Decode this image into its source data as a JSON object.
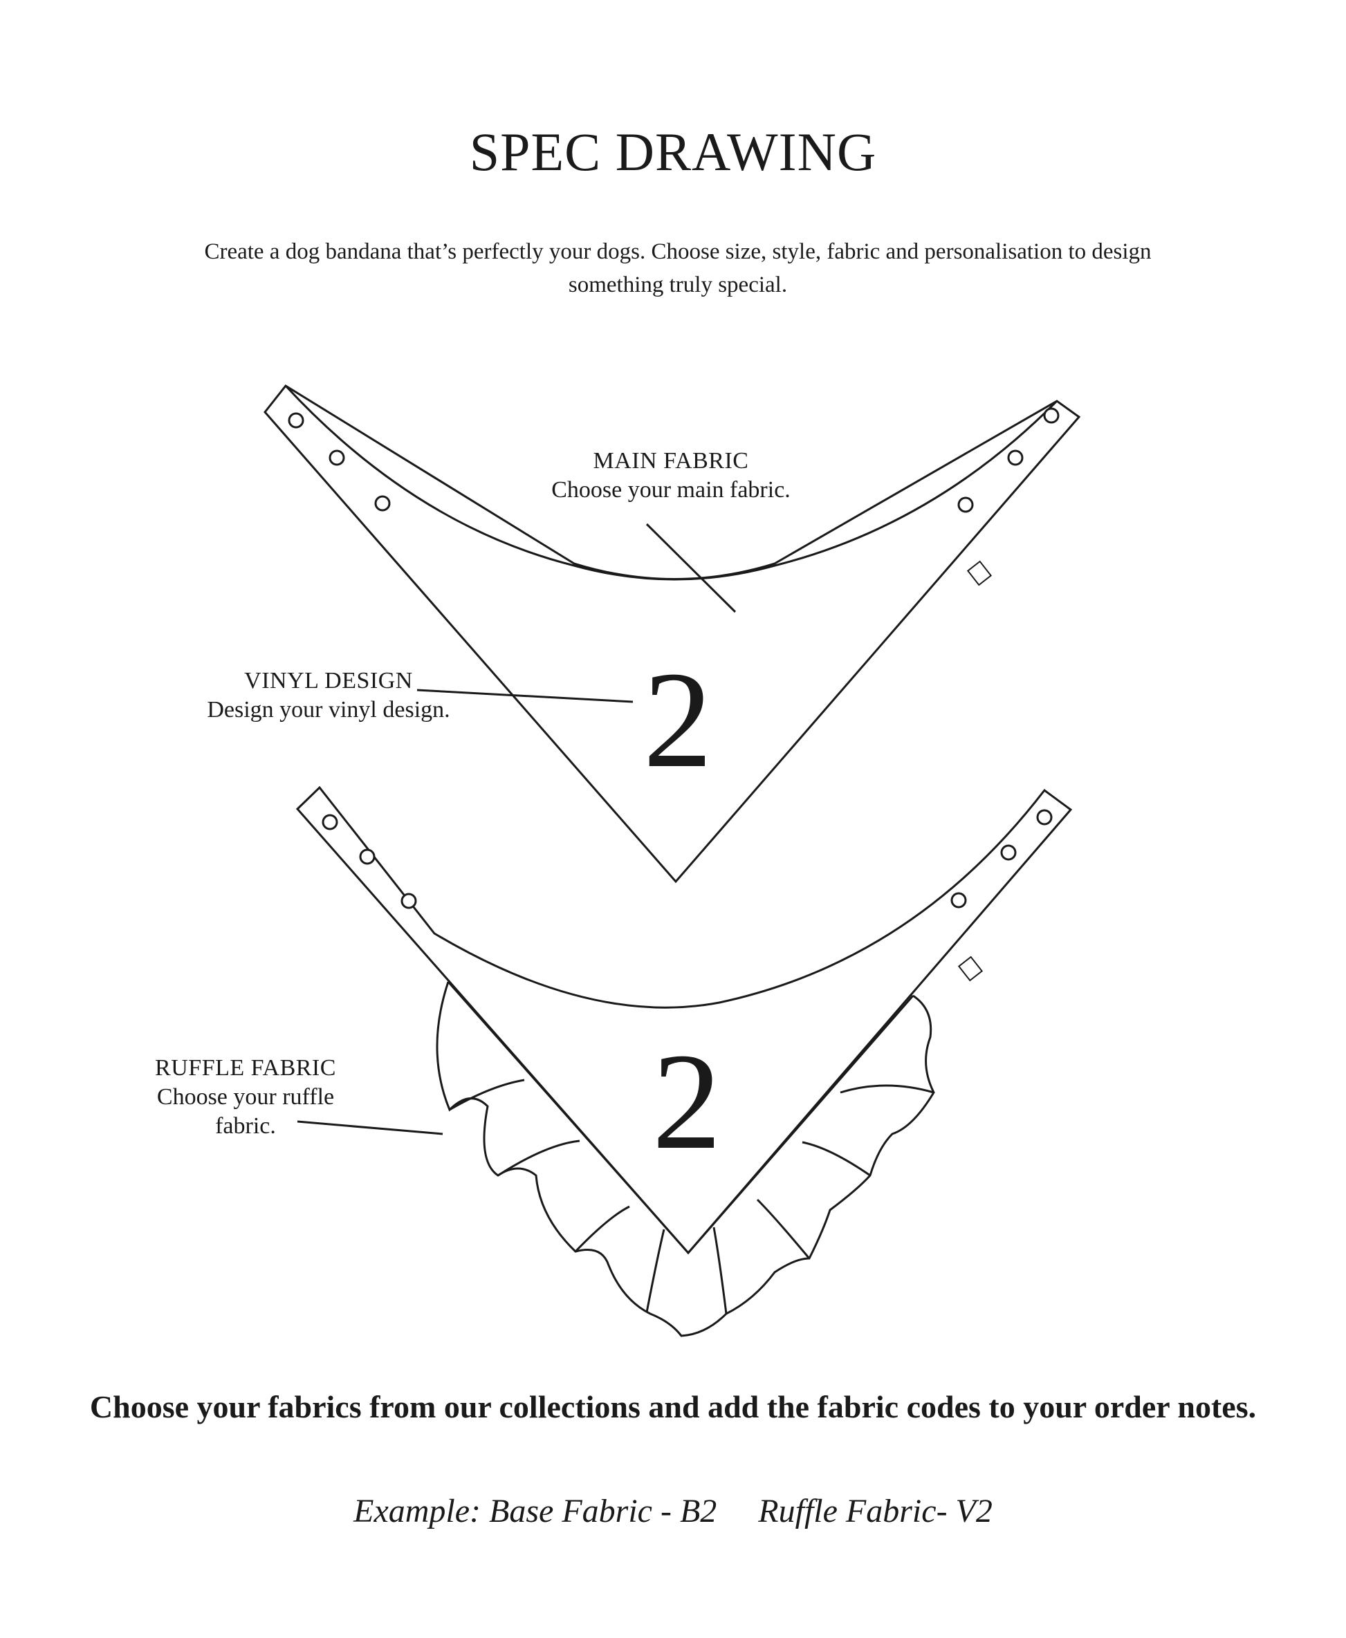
{
  "title": "SPEC DRAWING",
  "intro": "Create a dog bandana that’s perfectly your dogs. Choose size, style, fabric and personalisation to design something truly special.",
  "labels": {
    "main": {
      "heading": "MAIN FABRIC",
      "sub": "Choose your main fabric."
    },
    "vinyl": {
      "heading": "VINYL DESIGN",
      "sub": "Design your vinyl design."
    },
    "ruffle": {
      "heading": "RUFFLE FABRIC",
      "sub": "Choose your ruffle fabric."
    }
  },
  "design_number_top": "2",
  "design_number_bottom": "2",
  "footer": "Choose your fabrics from our collections and add the fabric codes to your order notes.",
  "example": {
    "base": "Example: Base Fabric - B2",
    "ruffle": "Ruffle Fabric- V2"
  }
}
